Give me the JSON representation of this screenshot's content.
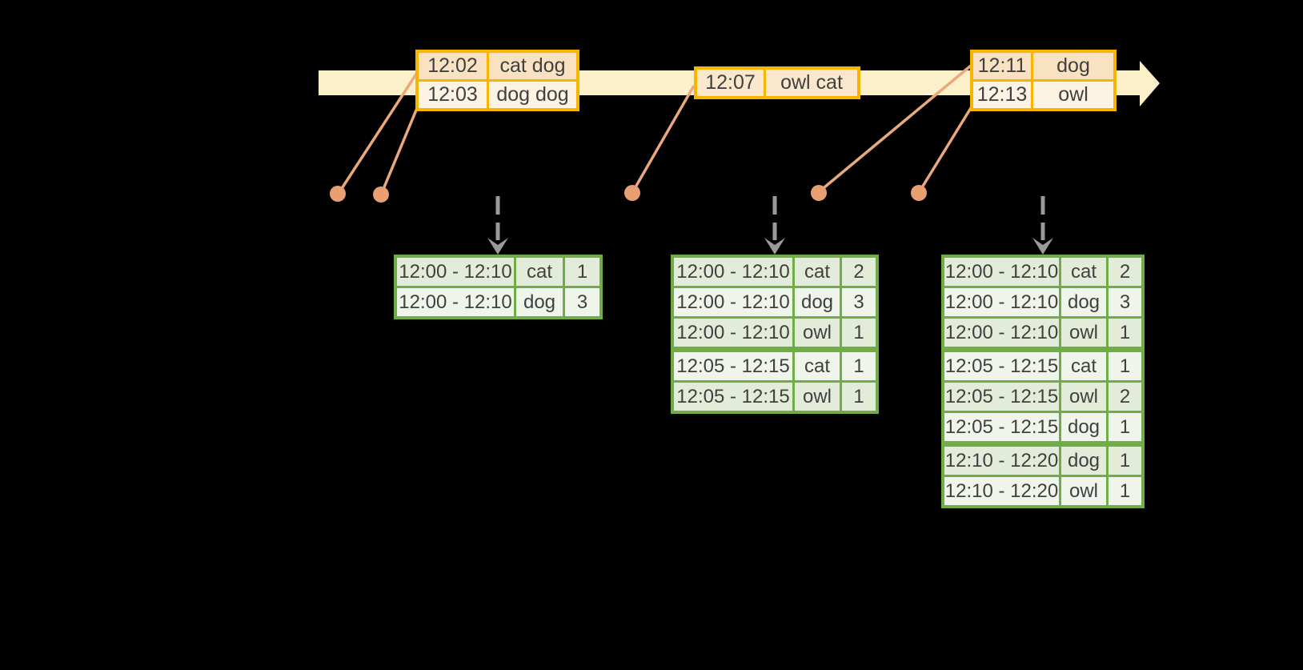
{
  "palette": {
    "background": "#000000",
    "timeline_band": "#FBF0C9",
    "event_table_border": "#F7B500",
    "event_row_fill_dark": "#F9E2C2",
    "event_row_fill_light": "#FDF3E2",
    "event_row_fill_mid": "#FBE7CC",
    "connector_line": "#E9A87E",
    "event_dot": "#E8A072",
    "dashed_arrow": "#9A9A9A",
    "result_table_border": "#70AD47",
    "result_row_fill_dark": "#E3ECD9",
    "result_row_fill_light": "#F0F5EB",
    "text": "#404040"
  },
  "event_tables": [
    {
      "rows": [
        {
          "time": "12:02",
          "words": "cat dog"
        },
        {
          "time": "12:03",
          "words": "dog dog"
        }
      ]
    },
    {
      "rows": [
        {
          "time": "12:07",
          "words": "owl cat"
        }
      ]
    },
    {
      "rows": [
        {
          "time": "12:11",
          "words": "dog"
        },
        {
          "time": "12:13",
          "words": "owl"
        }
      ]
    }
  ],
  "result_tables": [
    {
      "group_breaks": [],
      "rows": [
        {
          "window": "12:00 - 12:10",
          "word": "cat",
          "count": "1"
        },
        {
          "window": "12:00 - 12:10",
          "word": "dog",
          "count": "3"
        }
      ]
    },
    {
      "group_breaks": [
        3
      ],
      "rows": [
        {
          "window": "12:00 - 12:10",
          "word": "cat",
          "count": "2"
        },
        {
          "window": "12:00 - 12:10",
          "word": "dog",
          "count": "3"
        },
        {
          "window": "12:00 - 12:10",
          "word": "owl",
          "count": "1"
        },
        {
          "window": "12:05 - 12:15",
          "word": "cat",
          "count": "1"
        },
        {
          "window": "12:05 - 12:15",
          "word": "owl",
          "count": "1"
        }
      ]
    },
    {
      "group_breaks": [
        3,
        6
      ],
      "rows": [
        {
          "window": "12:00 - 12:10",
          "word": "cat",
          "count": "2"
        },
        {
          "window": "12:00 - 12:10",
          "word": "dog",
          "count": "3"
        },
        {
          "window": "12:00 - 12:10",
          "word": "owl",
          "count": "1"
        },
        {
          "window": "12:05 - 12:15",
          "word": "cat",
          "count": "1"
        },
        {
          "window": "12:05 - 12:15",
          "word": "owl",
          "count": "2"
        },
        {
          "window": "12:05 - 12:15",
          "word": "dog",
          "count": "1"
        },
        {
          "window": "12:10 - 12:20",
          "word": "dog",
          "count": "1"
        },
        {
          "window": "12:10 - 12:20",
          "word": "owl",
          "count": "1"
        }
      ]
    }
  ]
}
